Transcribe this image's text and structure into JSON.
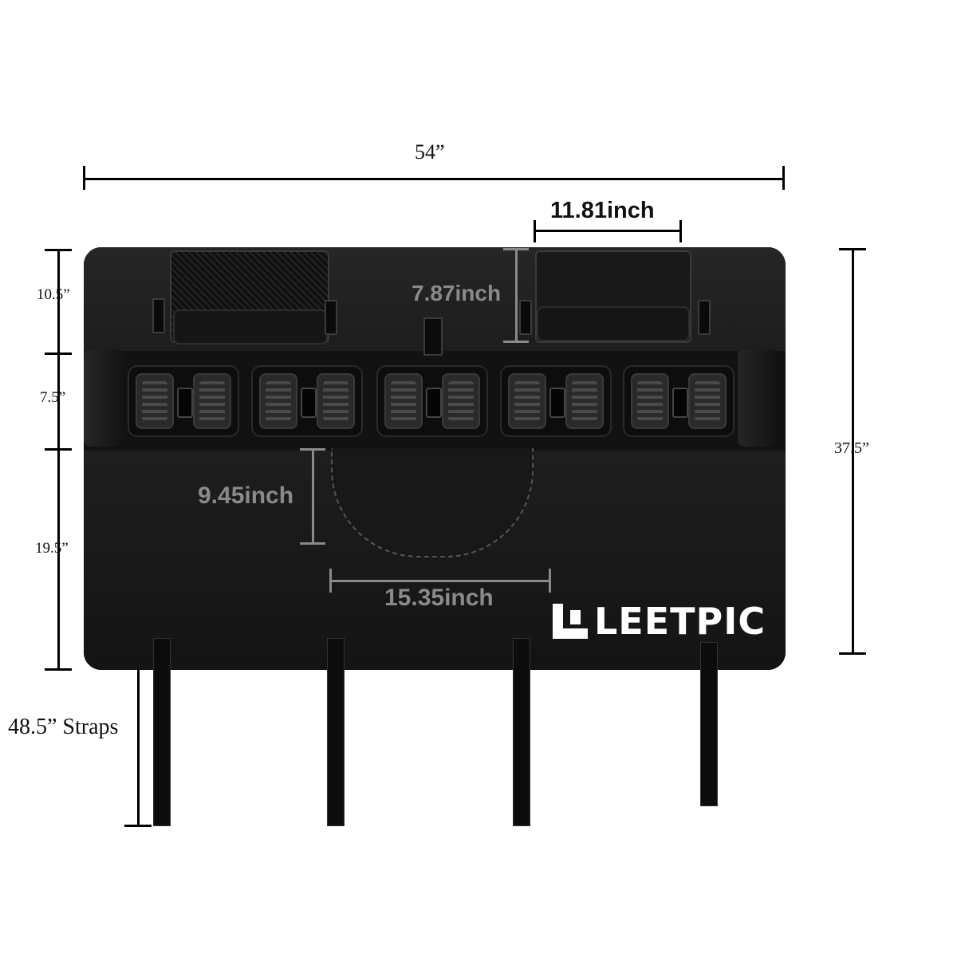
{
  "dimensions": {
    "overall_width": "54”",
    "pocket_width": "11.81inch",
    "pocket_height": "7.87inch",
    "top_section": "10.5”",
    "middle_section": "7.5”",
    "bottom_section": "19.5”",
    "overall_height": "37.5”",
    "bag_height": "9.45inch",
    "bag_width": "15.35inch",
    "straps": "48.5” Straps"
  },
  "brand": {
    "name": "LEETPIC"
  }
}
